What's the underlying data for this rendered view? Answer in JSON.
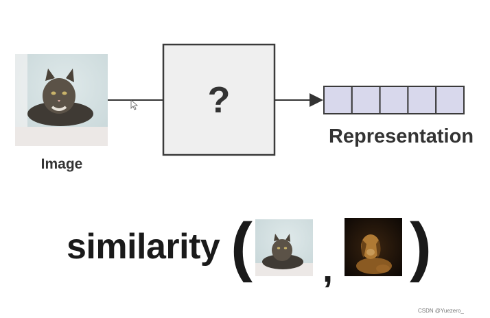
{
  "diagram": {
    "input_label": "Image",
    "model_symbol": "?",
    "output_label": "Representation",
    "representation_cells": 5,
    "colors": {
      "box_fill": "#efefef",
      "box_stroke": "#3a3a3a",
      "cell_fill": "#d8d8ec",
      "cell_stroke": "#3a3a3a",
      "arrow": "#333333"
    }
  },
  "formula": {
    "function_name": "similarity",
    "open_paren": "(",
    "separator": ",",
    "close_paren": ")"
  },
  "watermark": "CSDN @Yuezero_"
}
